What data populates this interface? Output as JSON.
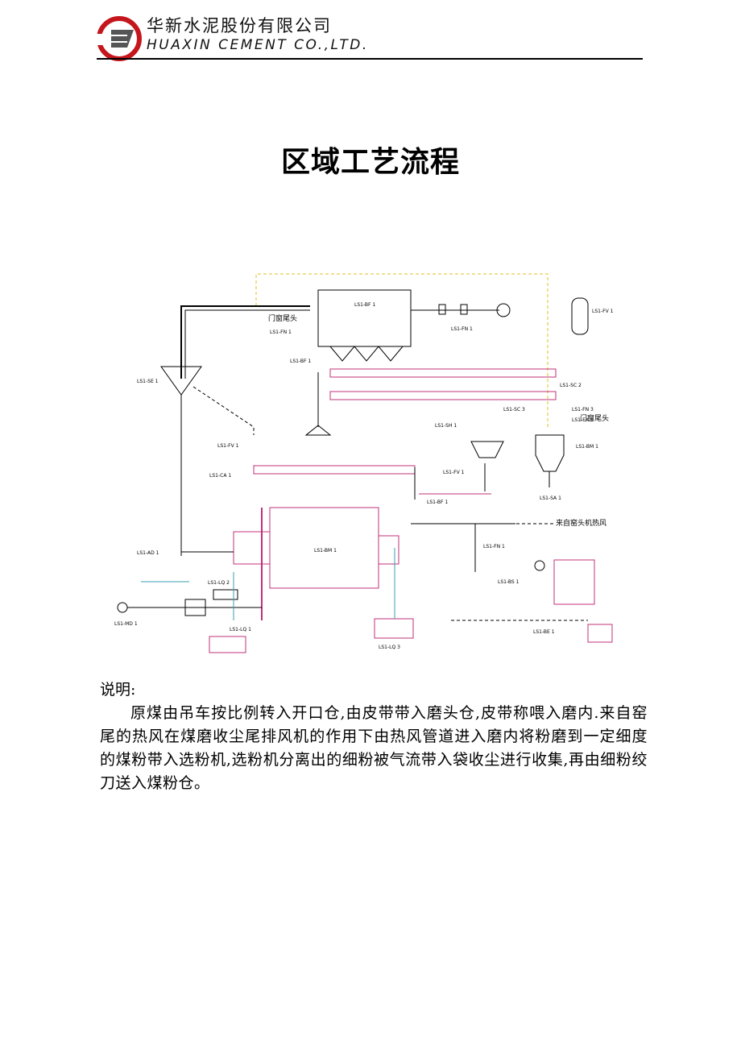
{
  "header": {
    "company_cn": "华新水泥股份有限公司",
    "company_en": "HUAXIN CEMENT CO.,LTD.",
    "logo_color": "#c4161c"
  },
  "title": "区域工艺流程",
  "diagram": {
    "labels": {
      "a": "LS1-BF 1",
      "b": "LS1-FN 1",
      "c": "LS1-FN 1",
      "d": "LS1-FV 1",
      "e": "LS1-SE 1",
      "f": "LS1-BF 1",
      "g": "LS1-FV 1",
      "h": "LS1-BM 1",
      "i": "LS1-SH 1",
      "j": "LS1-SC 2",
      "k": "LS1-SC 3",
      "l": "LS1-FN 3",
      "m": "LS1-EX 3",
      "n": "LS1-BM 1",
      "o": "LS1-SA 1",
      "p": "LS1-BF 1",
      "q": "LS1-MD 1",
      "r": "LS1-LQ 2",
      "s": "LS1-LQ 1",
      "t": "LS1-LQ 3",
      "u": "LS1-FN 1",
      "v": "LS1-BS 1",
      "w": "LS1-BE 1",
      "x": "LS1-AD 1",
      "y": "LS1-CA 1",
      "z": "LS1-FV 1"
    },
    "text_labels": {
      "chimney": "门窗尾头",
      "kiln": "来自窑头机热风",
      "side": "门窗尾头"
    },
    "colors": {
      "line": "#000000",
      "pink": "#c0307a",
      "yellow": "#e0c020",
      "cyan": "#3aa0b0"
    }
  },
  "description": {
    "label": "说明:",
    "text": "原煤由吊车按比例转入开口仓,由皮带带入磨头仓,皮带称喂入磨内.来自窑尾的热风在煤磨收尘尾排风机的作用下由热风管道进入磨内将粉磨到一定细度的煤粉带入选粉机,选粉机分离出的细粉被气流带入袋收尘进行收集,再由细粉绞刀送入煤粉仓。"
  }
}
